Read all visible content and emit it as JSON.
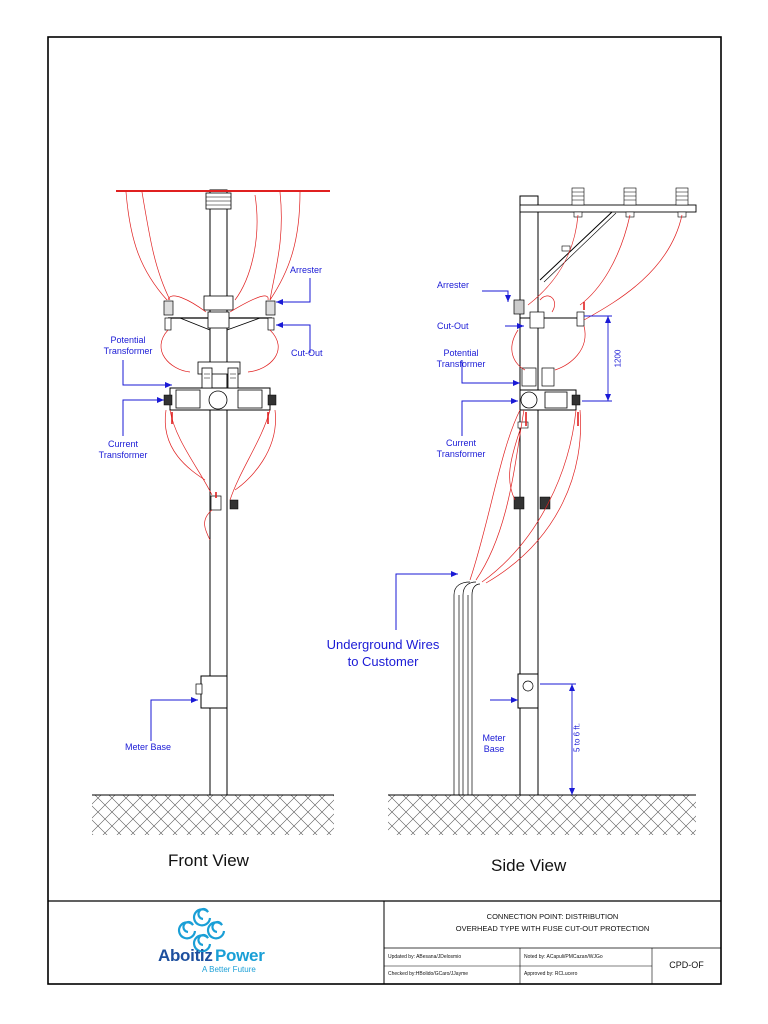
{
  "front_view": {
    "title": "Front View",
    "labels": {
      "arrester": "Arrester",
      "cut_out": "Cut-Out",
      "potential_transformer_1": "Potential",
      "potential_transformer_2": "Transformer",
      "current_transformer_1": "Current",
      "current_transformer_2": "Transformer",
      "meter_base": "Meter Base"
    }
  },
  "side_view": {
    "title": "Side View",
    "labels": {
      "arrester": "Arrester",
      "cut_out": "Cut-Out",
      "potential_transformer_1": "Potential",
      "potential_transformer_2": "Transformer",
      "current_transformer_1": "Current",
      "current_transformer_2": "Transformer",
      "underground_1": "Underground Wires",
      "underground_2": "to Customer",
      "meter_base_1": "Meter",
      "meter_base_2": "Base"
    },
    "dimensions": {
      "clearance": "1200",
      "meter_height": "5 to 6 ft."
    }
  },
  "title_block": {
    "logo": {
      "brand": "AboitizPower",
      "brand_part1": "Aboitiz",
      "brand_part2": "Power",
      "tagline": "A Better Future"
    },
    "title_line_1": "CONNECTION POINT: DISTRIBUTION",
    "title_line_2": "OVERHEAD TYPE WITH FUSE CUT-OUT PROTECTION",
    "updated_by": "Updated by: ABesana/JDelosmio",
    "noted_by": "Noted by: ACapuli/PMCazan/WJGo",
    "checked_by": "Checked by:HBolido/GCaro/JJayme",
    "approved_by": "Approved by: RCLucero",
    "drawing_code": "CPD-OF"
  },
  "colors": {
    "line": "#000000",
    "wire": "#e02020",
    "label": "#1a1ad6",
    "logo_blue": "#1d4f9e",
    "logo_cyan": "#1a9fd6"
  }
}
